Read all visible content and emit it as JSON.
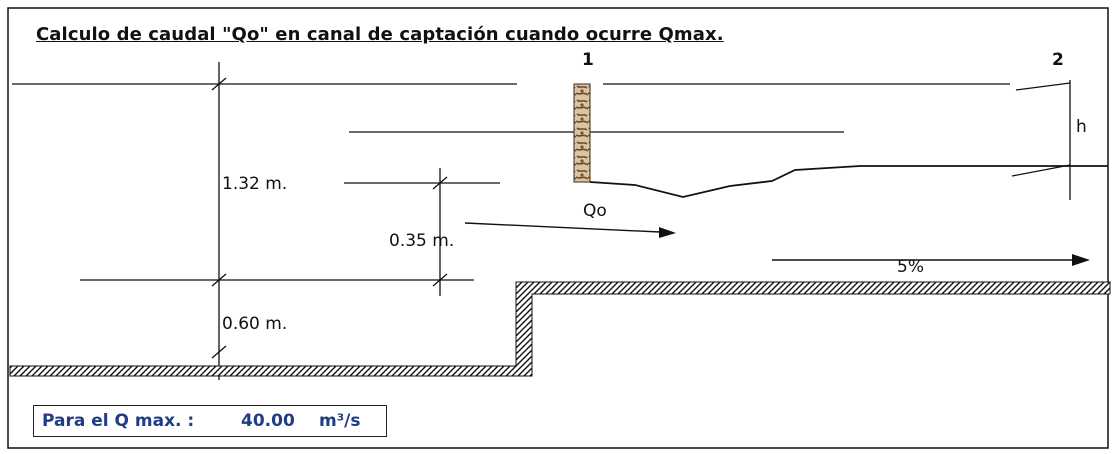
{
  "title": "Calculo de caudal \"Qo\" en canal de captación cuando ocurre Qmax.",
  "sections": {
    "section1": "1",
    "section2": "2"
  },
  "dimensions": {
    "total_depth": "1.32 m.",
    "sill_height": "0.35 m.",
    "base_height": "0.60 m.",
    "head_label": "h"
  },
  "flow": {
    "label": "Qo",
    "slope": "5%"
  },
  "info": {
    "label": "Para el Q max. :",
    "value": "40.00",
    "unit": "m³/s"
  },
  "colors": {
    "accent": "#1f3c86",
    "line": "#111111",
    "gate": "#8b6a4a"
  }
}
